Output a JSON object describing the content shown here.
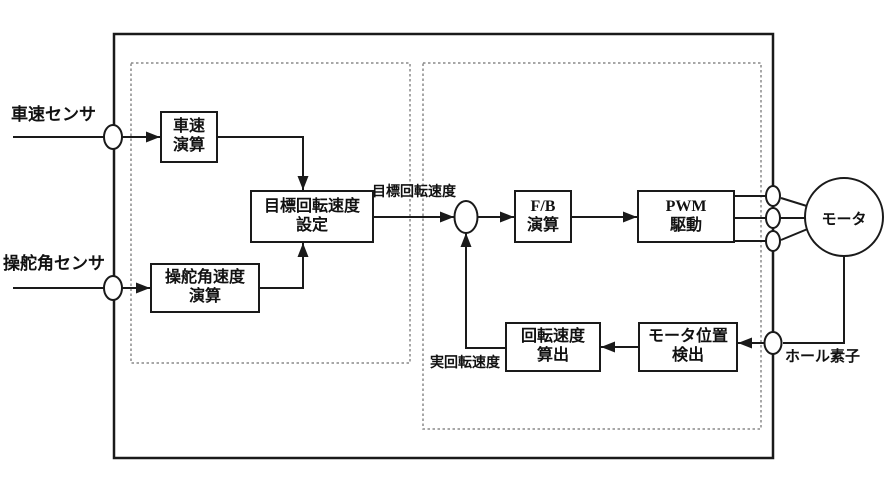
{
  "diagram": {
    "blocks": {
      "vehicle_speed_calc": {
        "line1": "車速",
        "line2": "演算"
      },
      "steering_rate_calc": {
        "line1": "操舵角速度",
        "line2": "演算"
      },
      "target_speed_setting": {
        "line1": "目標回転速度",
        "line2": "設定"
      },
      "feedback_calc": {
        "line1": "F/B",
        "line2": "演算"
      },
      "pwm_drive": {
        "line1": "PWM",
        "line2": "駆動"
      },
      "rotation_speed_calc": {
        "line1": "回転速度",
        "line2": "算出"
      },
      "motor_position_detect": {
        "line1": "モータ位置",
        "line2": "検出"
      }
    },
    "labels": {
      "vehicle_speed_sensor": "車速センサ",
      "steering_angle_sensor": "操舵角センサ",
      "target_rotation_speed": "目標回転速度",
      "actual_rotation_speed": "実回転速度",
      "hall_element": "ホール素子",
      "motor": "モータ"
    },
    "colors": {
      "line": "#1a1a1a",
      "dashed_border": "#8a8a8a",
      "background": "#ffffff"
    }
  }
}
